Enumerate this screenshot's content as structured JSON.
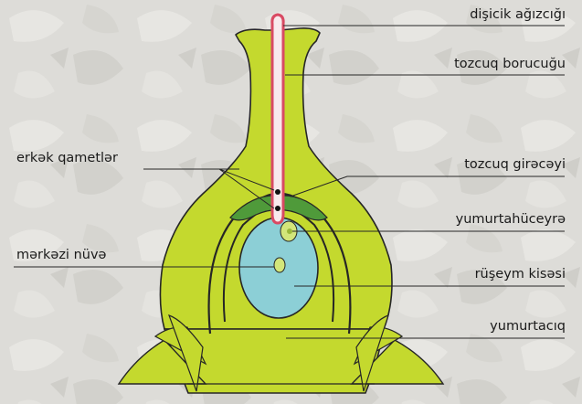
{
  "diagram": {
    "labels": {
      "stigma": "dişicik ağızcığı",
      "pollen_tube": "tozcuq borucuğu",
      "male_gametes": "erkək qametlər",
      "micropyle": "tozcuq girəcəyi",
      "egg_cell": "yumurtahüceyrə",
      "central_nucleus": "mərkəzi nüvə",
      "embryo_sac": "rüşeym kisəsi",
      "ovule": "yumurtacıq"
    },
    "colors": {
      "tissue": "#c4d92e",
      "tissue_dark": "#4f9a3a",
      "embryo_sac": "#8ccfd6",
      "pollen_tube_outline": "#d94a63",
      "pollen_tube_fill": "#f8e9ec",
      "outline": "#262626",
      "background": "#dcdcd8"
    }
  }
}
